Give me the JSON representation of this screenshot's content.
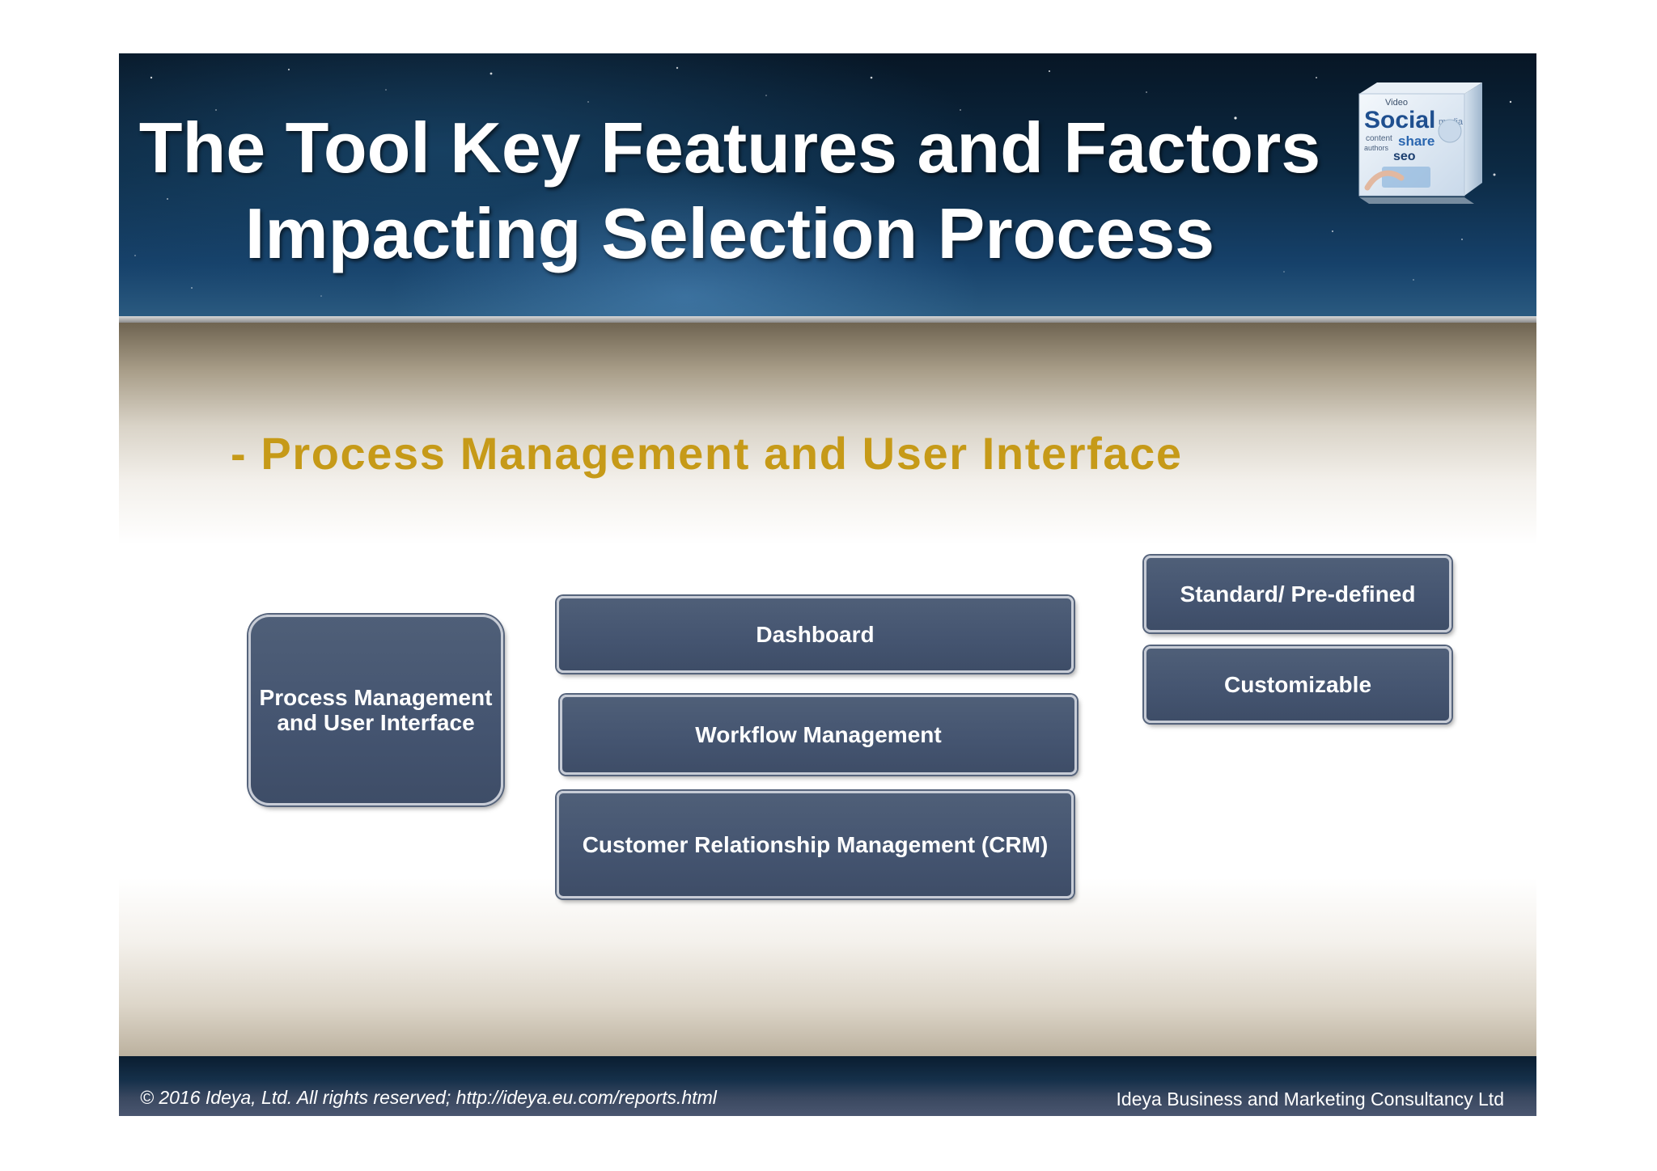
{
  "header": {
    "title_line1": "The Tool Key Features and Factors",
    "title_line2": "Impacting Selection Process"
  },
  "subtitle": "- Process Management and User Interface",
  "diagram": {
    "root": "Process Management and User Interface",
    "children": [
      "Dashboard",
      "Workflow Management",
      "Customer Relationship Management (CRM)"
    ],
    "dashboard_options": [
      "Standard/ Pre-defined",
      "Customizable"
    ]
  },
  "logo": {
    "words": [
      "Video",
      "Social",
      "media",
      "content",
      "share",
      "authors",
      "seo"
    ]
  },
  "footer": {
    "copyright": "© 2016 Ideya, Ltd. All rights reserved;  http://ideya.eu.com/reports.html",
    "company": "Ideya Business and Marketing Consultancy Ltd"
  },
  "colors": {
    "title_text": "#ffffff",
    "subtitle_text": "#c69a18",
    "box_fill": "#4a5a74",
    "box_border": "#c7ccd6"
  }
}
